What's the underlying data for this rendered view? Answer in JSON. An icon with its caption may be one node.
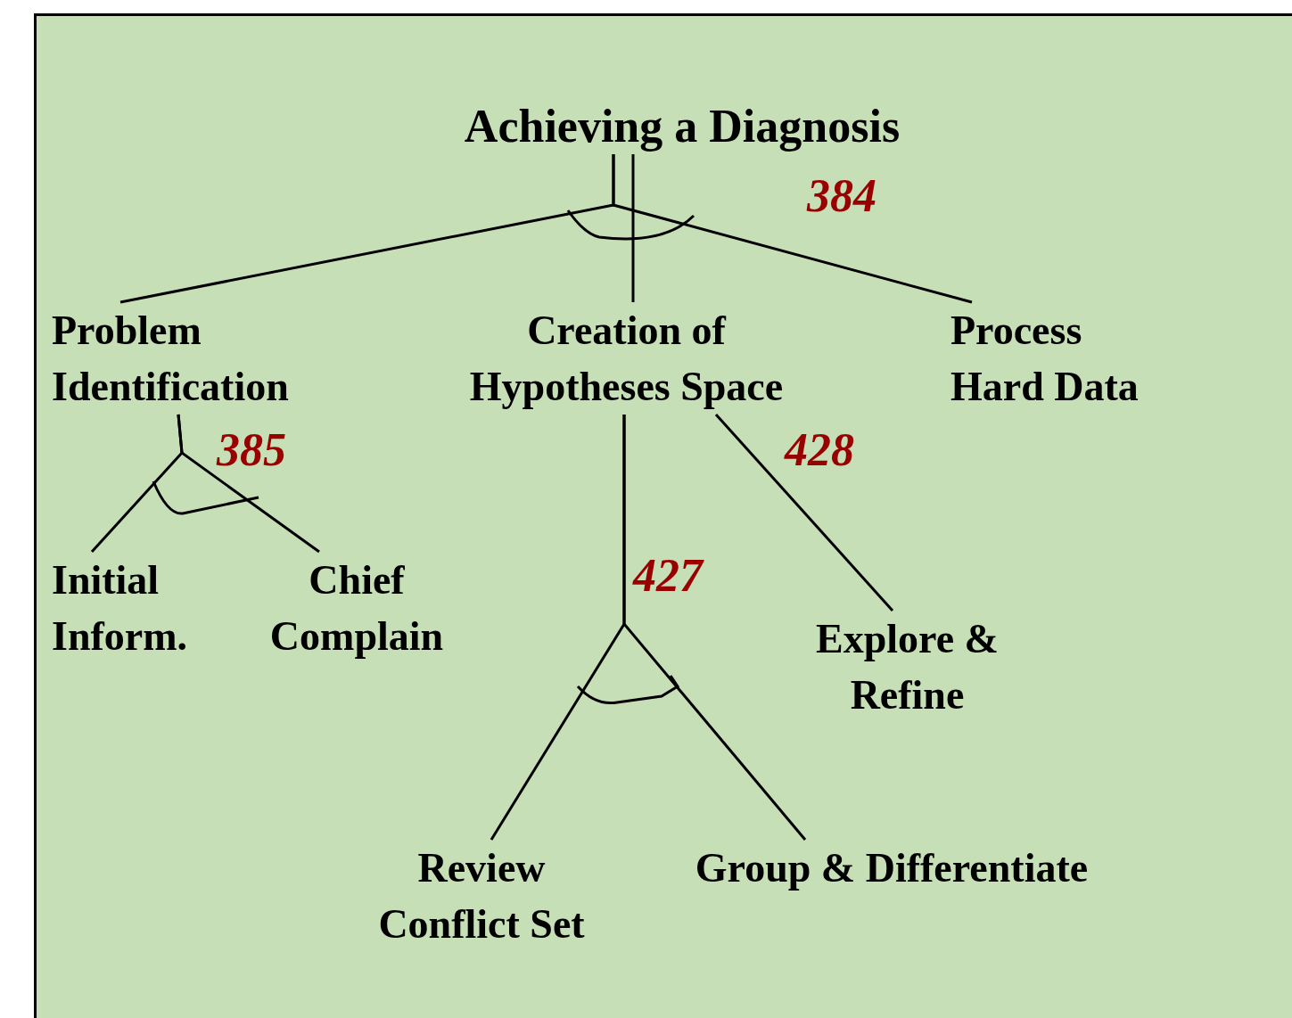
{
  "diagram": {
    "nodes": [
      {
        "text": [
          "Achieving a Diagnosis"
        ]
      },
      {
        "text": [
          "Problem Identification"
        ]
      },
      {
        "text": [
          "Creation of Hypotheses Space"
        ]
      },
      {
        "text": [
          "Process Hard Data"
        ]
      },
      {
        "text": [
          "Initial Inform."
        ]
      },
      {
        "text": [
          "Chief Complain"
        ]
      },
      {
        "text": [
          "Review Conflict Set"
        ]
      },
      {
        "text": [
          "Group & Differentiate"
        ]
      },
      {
        "text": [
          "Explore & Refine"
        ]
      }
    ],
    "edges": [
      {
        "from": 0,
        "to": 1,
        "arrow": "none"
      },
      {
        "from": 0,
        "to": 2,
        "arrow": "none"
      },
      {
        "from": 0,
        "to": 3,
        "arrow": "none"
      },
      {
        "from": 1,
        "to": 4,
        "arrow": "none"
      },
      {
        "from": 1,
        "to": 5,
        "arrow": "none"
      },
      {
        "from": 2,
        "to": 6,
        "arrow": "none"
      },
      {
        "from": 2,
        "to": 7,
        "arrow": "none"
      },
      {
        "from": 2,
        "to": 8,
        "arrow": "none"
      }
    ],
    "labels": [
      "384",
      "385",
      "428",
      "427"
    ]
  }
}
